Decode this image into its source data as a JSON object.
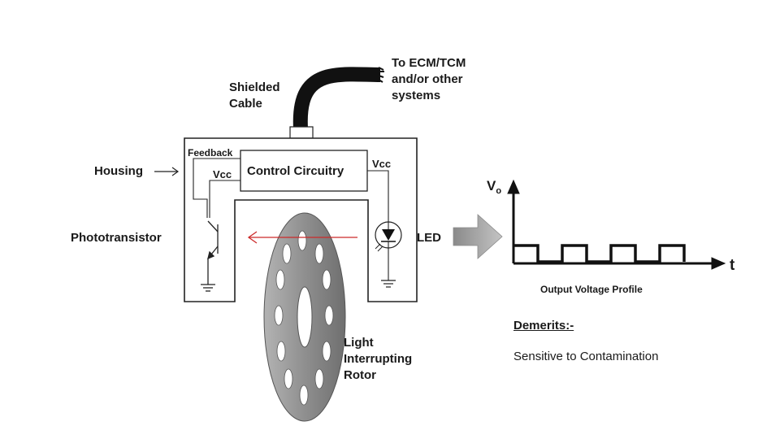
{
  "diagram": {
    "cable_label": [
      "Shielded",
      "Cable"
    ],
    "destination_label": [
      "To ECM/TCM",
      "and/or other",
      "systems"
    ],
    "housing_label": "Housing",
    "feedback_label": "Feedback",
    "control_circuitry_label": "Control Circuitry",
    "vcc_left_label": "Vcc",
    "vcc_right_label": "Vcc",
    "phototransistor_label": "Phototransistor",
    "led_label": "LED",
    "rotor_label": [
      "Light",
      "Interrupting",
      "Rotor"
    ]
  },
  "waveform": {
    "y_label": "V",
    "y_subscript": "o",
    "x_label": "t",
    "caption": "Output Voltage Profile"
  },
  "notes": {
    "heading": "Demerits:-",
    "text": "Sensitive to Contamination"
  },
  "colors": {
    "beam": "#cc2a2a",
    "rotor": "#8c8c8c",
    "arrow": "#9a9a9a",
    "cable": "#111111"
  }
}
